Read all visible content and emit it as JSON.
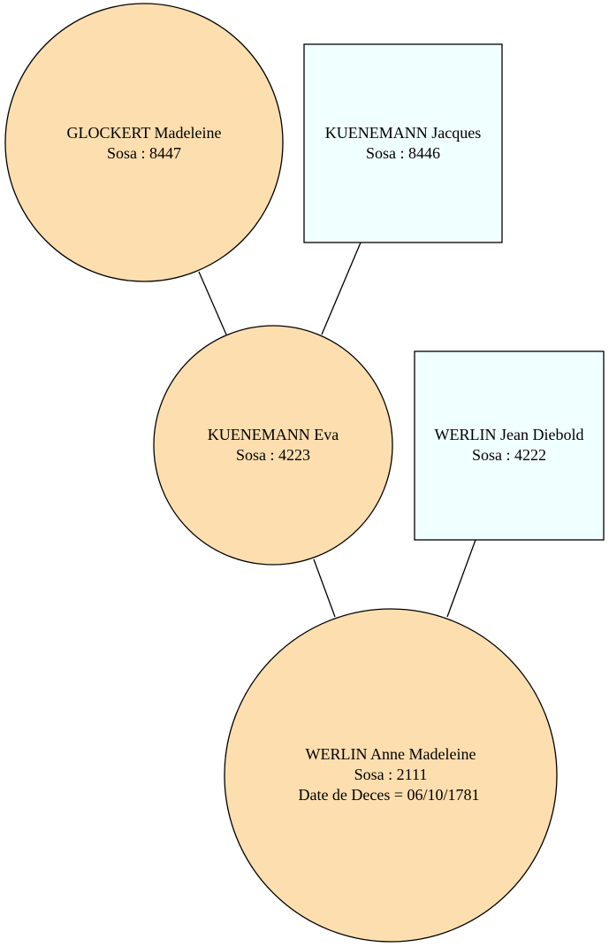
{
  "colors": {
    "female_fill": "#fddeaf",
    "male_fill": "#f0ffff",
    "line": "#000000",
    "background": "#ffffff"
  },
  "people": {
    "glockert_madeleine": {
      "name": "GLOCKERT Madeleine",
      "sosa": "Sosa : 8447",
      "shape": "circle"
    },
    "kuenemann_jacques": {
      "name": "KUENEMANN Jacques",
      "sosa": "Sosa : 8446",
      "shape": "box"
    },
    "kuenemann_eva": {
      "name": "KUENEMANN Eva",
      "sosa": "Sosa : 4223",
      "shape": "circle"
    },
    "werlin_jean_diebold": {
      "name": "WERLIN Jean Diebold",
      "sosa": "Sosa : 4222",
      "shape": "box"
    },
    "werlin_anne_madeleine": {
      "name": "WERLIN Anne Madeleine",
      "sosa": "Sosa : 2111",
      "death": "Date de Deces = 06/10/1781",
      "shape": "circle"
    }
  },
  "edges": [
    [
      "glockert_madeleine",
      "kuenemann_eva"
    ],
    [
      "kuenemann_jacques",
      "kuenemann_eva"
    ],
    [
      "kuenemann_eva",
      "werlin_anne_madeleine"
    ],
    [
      "werlin_jean_diebold",
      "werlin_anne_madeleine"
    ]
  ]
}
